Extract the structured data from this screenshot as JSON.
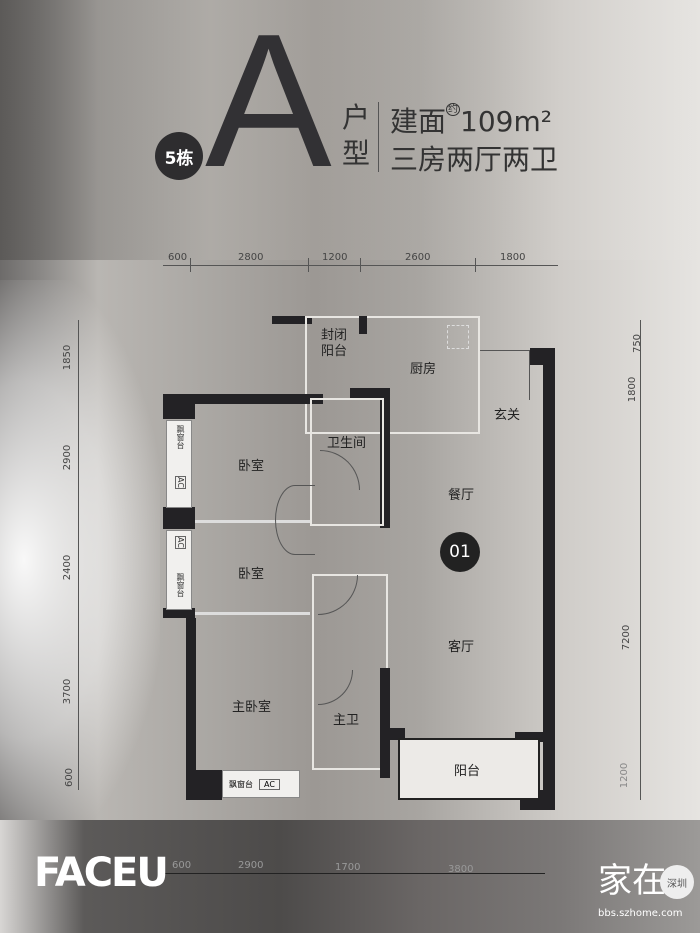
{
  "header": {
    "building": "5栋",
    "unit_letter": "A",
    "unit_type_label": "户型",
    "area_label": "建面",
    "approx": "约",
    "area": "109m²",
    "layout": "三房两厅两卫"
  },
  "dimensions": {
    "top": [
      "600",
      "2800",
      "1200",
      "2600",
      "1800"
    ],
    "left": [
      "1850",
      "2900",
      "2400",
      "3700",
      "600"
    ],
    "right": [
      "750",
      "1800",
      "7200",
      "1200"
    ],
    "bottom": [
      "600",
      "2900",
      "1700",
      "3800"
    ]
  },
  "rooms": {
    "enclosed_balcony": "封闭阳台",
    "kitchen": "厨房",
    "entry": "玄关",
    "bathroom": "卫生间",
    "bedroom1": "卧室",
    "dining": "餐厅",
    "bedroom2": "卧室",
    "living": "客厅",
    "master_bedroom": "主卧室",
    "master_bath": "主卫",
    "balcony": "阳台"
  },
  "unit_number": "01",
  "bay_window": "飘窗台",
  "ac": "AC",
  "watermarks": {
    "app": "FACEU",
    "site": "家在",
    "city": "深圳",
    "url": "bbs.szhome.com"
  }
}
